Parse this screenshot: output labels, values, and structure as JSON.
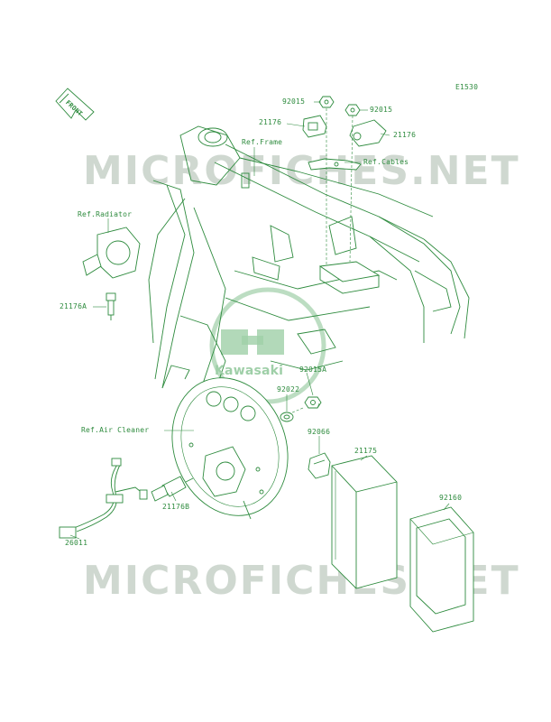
{
  "diagram_code": "E1530",
  "front_arrow": "FRONT",
  "watermarks": {
    "top": "MICROFICHES.NET",
    "bottom": "MICROFICHES.NET"
  },
  "logo_text": "Kawasaki",
  "labels": {
    "p92015_left": "92015",
    "p92015_right": "92015",
    "p21176_left": "21176",
    "p21176_right": "21176",
    "ref_frame": "Ref.Frame",
    "ref_cables": "Ref.Cables",
    "ref_radiator": "Ref.Radiator",
    "p21176A": "21176A",
    "p92015A": "92015A",
    "p92022": "92022",
    "ref_air_cleaner": "Ref.Air Cleaner",
    "p92066": "92066",
    "p21175": "21175",
    "p92160": "92160",
    "p21176B": "21176B",
    "p26011": "26011"
  },
  "colors": {
    "line": "#2e8b3e",
    "watermark": "#cfd8d0",
    "logo": "#9fcfa8"
  }
}
